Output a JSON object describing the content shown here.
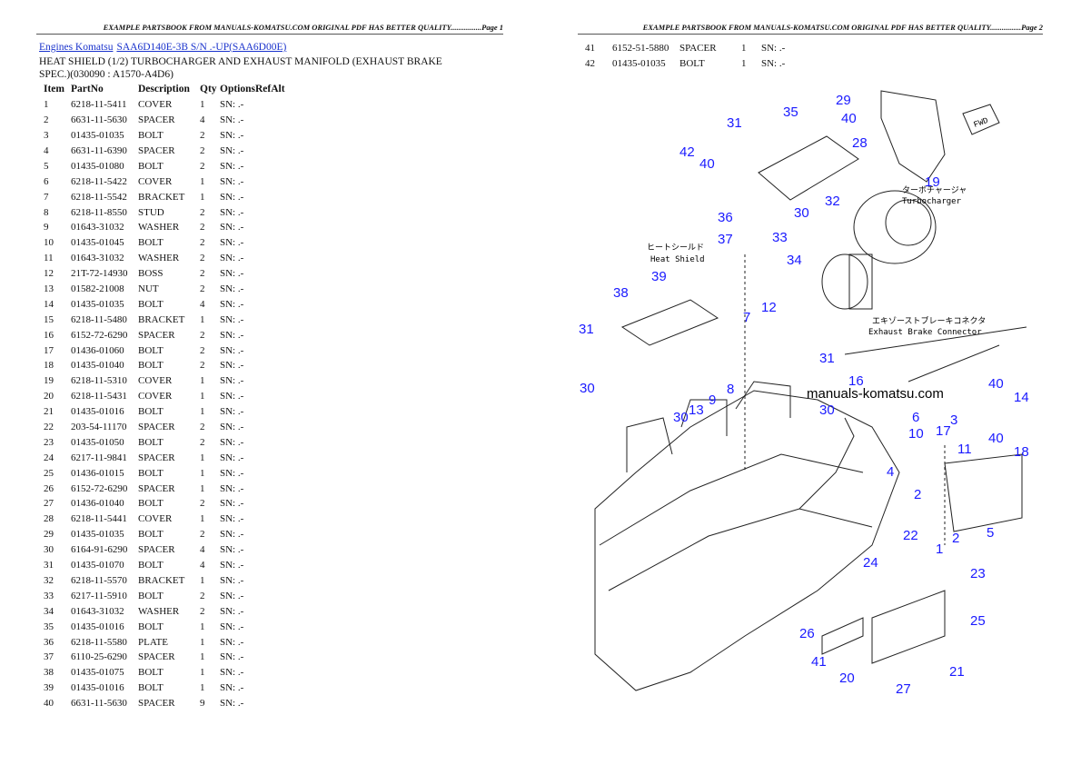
{
  "page1": {
    "header": "EXAMPLE PARTSBOOK FROM MANUALS-KOMATSU.COM ORIGINAL PDF HAS BETTER QUALITY................Page 1",
    "breadcrumb": [
      "Engines Komatsu",
      "SAA6D140E-3B S/N .-UP(SAA6D00E)"
    ],
    "title": "HEAT SHIELD (1/2) TURBOCHARGER AND EXHAUST MANIFOLD (EXHAUST BRAKE SPEC.)(030090 : A1570-A4D6)",
    "columns": [
      "Item",
      "PartNo",
      "Description",
      "Qty",
      "Options",
      "Ref",
      "Alt"
    ],
    "rows": [
      [
        "1",
        "6218-11-5411",
        "COVER",
        "1",
        "SN: .-"
      ],
      [
        "2",
        "6631-11-5630",
        "SPACER",
        "4",
        "SN: .-"
      ],
      [
        "3",
        "01435-01035",
        "BOLT",
        "2",
        "SN: .-"
      ],
      [
        "4",
        "6631-11-6390",
        "SPACER",
        "2",
        "SN: .-"
      ],
      [
        "5",
        "01435-01080",
        "BOLT",
        "2",
        "SN: .-"
      ],
      [
        "6",
        "6218-11-5422",
        "COVER",
        "1",
        "SN: .-"
      ],
      [
        "7",
        "6218-11-5542",
        "BRACKET",
        "1",
        "SN: .-"
      ],
      [
        "8",
        "6218-11-8550",
        "STUD",
        "2",
        "SN: .-"
      ],
      [
        "9",
        "01643-31032",
        "WASHER",
        "2",
        "SN: .-"
      ],
      [
        "10",
        "01435-01045",
        "BOLT",
        "2",
        "SN: .-"
      ],
      [
        "11",
        "01643-31032",
        "WASHER",
        "2",
        "SN: .-"
      ],
      [
        "12",
        "21T-72-14930",
        "BOSS",
        "2",
        "SN: .-"
      ],
      [
        "13",
        "01582-21008",
        "NUT",
        "2",
        "SN: .-"
      ],
      [
        "14",
        "01435-01035",
        "BOLT",
        "4",
        "SN: .-"
      ],
      [
        "15",
        "6218-11-5480",
        "BRACKET",
        "1",
        "SN: .-"
      ],
      [
        "16",
        "6152-72-6290",
        "SPACER",
        "2",
        "SN: .-"
      ],
      [
        "17",
        "01436-01060",
        "BOLT",
        "2",
        "SN: .-"
      ],
      [
        "18",
        "01435-01040",
        "BOLT",
        "2",
        "SN: .-"
      ],
      [
        "19",
        "6218-11-5310",
        "COVER",
        "1",
        "SN: .-"
      ],
      [
        "20",
        "6218-11-5431",
        "COVER",
        "1",
        "SN: .-"
      ],
      [
        "21",
        "01435-01016",
        "BOLT",
        "1",
        "SN: .-"
      ],
      [
        "22",
        "203-54-11170",
        "SPACER",
        "2",
        "SN: .-"
      ],
      [
        "23",
        "01435-01050",
        "BOLT",
        "2",
        "SN: .-"
      ],
      [
        "24",
        "6217-11-9841",
        "SPACER",
        "1",
        "SN: .-"
      ],
      [
        "25",
        "01436-01015",
        "BOLT",
        "1",
        "SN: .-"
      ],
      [
        "26",
        "6152-72-6290",
        "SPACER",
        "1",
        "SN: .-"
      ],
      [
        "27",
        "01436-01040",
        "BOLT",
        "2",
        "SN: .-"
      ],
      [
        "28",
        "6218-11-5441",
        "COVER",
        "1",
        "SN: .-"
      ],
      [
        "29",
        "01435-01035",
        "BOLT",
        "2",
        "SN: .-"
      ],
      [
        "30",
        "6164-91-6290",
        "SPACER",
        "4",
        "SN: .-"
      ],
      [
        "31",
        "01435-01070",
        "BOLT",
        "4",
        "SN: .-"
      ],
      [
        "32",
        "6218-11-5570",
        "BRACKET",
        "1",
        "SN: .-"
      ],
      [
        "33",
        "6217-11-5910",
        "BOLT",
        "2",
        "SN: .-"
      ],
      [
        "34",
        "01643-31032",
        "WASHER",
        "2",
        "SN: .-"
      ],
      [
        "35",
        "01435-01016",
        "BOLT",
        "1",
        "SN: .-"
      ],
      [
        "36",
        "6218-11-5580",
        "PLATE",
        "1",
        "SN: .-"
      ],
      [
        "37",
        "6110-25-6290",
        "SPACER",
        "1",
        "SN: .-"
      ],
      [
        "38",
        "01435-01075",
        "BOLT",
        "1",
        "SN: .-"
      ],
      [
        "39",
        "01435-01016",
        "BOLT",
        "1",
        "SN: .-"
      ],
      [
        "40",
        "6631-11-5630",
        "SPACER",
        "9",
        "SN: .-"
      ]
    ]
  },
  "page2": {
    "header": "EXAMPLE PARTSBOOK FROM MANUALS-KOMATSU.COM ORIGINAL PDF HAS BETTER QUALITY................Page 2",
    "rows": [
      [
        "41",
        "6152-51-5880",
        "SPACER",
        "1",
        "SN: .-"
      ],
      [
        "42",
        "01435-01035",
        "BOLT",
        "1",
        "SN: .-"
      ]
    ],
    "diagram": {
      "watermark": "manuals-komatsu.com",
      "labels": {
        "turbo_jp": "ターボチャージャ",
        "turbo_en": "Turbocharger",
        "shield_jp": "ヒートシールド",
        "shield_en": "Heat Shield",
        "brake_jp": "エキゾーストブレーキコネクタ",
        "brake_en": "Exhaust Brake Connector",
        "fwd": "FWD"
      },
      "callouts": [
        "29",
        "35",
        "40",
        "31",
        "42",
        "40",
        "28",
        "19",
        "32",
        "30",
        "36",
        "37",
        "33",
        "34",
        "12",
        "7",
        "31",
        "16",
        "8",
        "9",
        "13",
        "30",
        "30",
        "31",
        "30",
        "38",
        "39",
        "40",
        "14",
        "3",
        "6",
        "10",
        "17",
        "11",
        "40",
        "18",
        "4",
        "2",
        "2",
        "1",
        "5",
        "22",
        "24",
        "23",
        "25",
        "26",
        "41",
        "20",
        "21",
        "27"
      ],
      "callout_color": "#1a1aff"
    }
  }
}
